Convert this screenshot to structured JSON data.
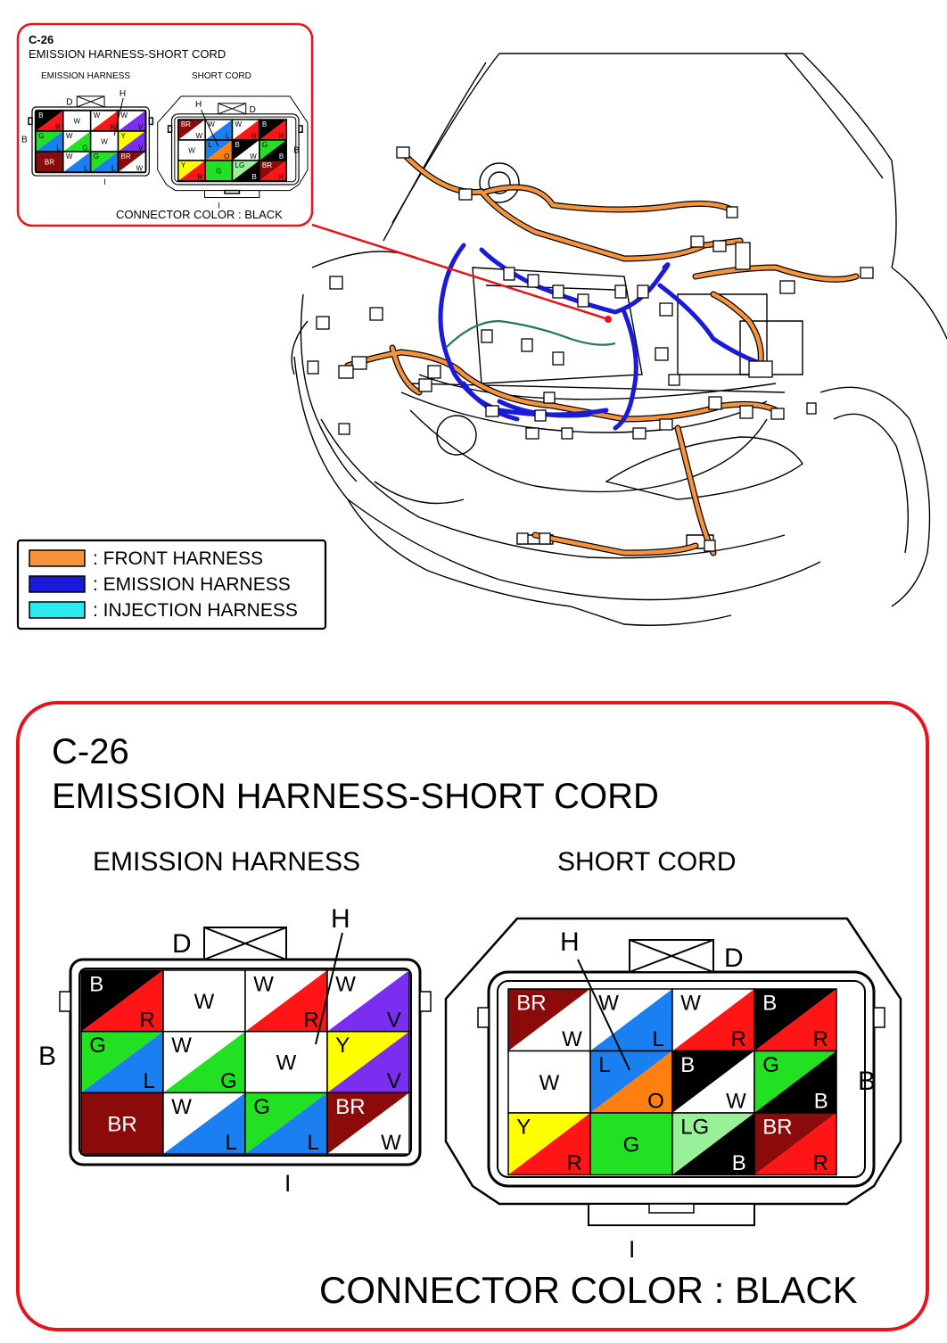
{
  "connector_id": "C-26",
  "connector_title": "EMISSION HARNESS-SHORT CORD",
  "connector_color_label": "CONNECTOR COLOR : BLACK",
  "legend": [
    {
      "label": ": FRONT HARNESS",
      "color": "#f7943b"
    },
    {
      "label": ": EMISSION HARNESS",
      "color": "#1a1ad8"
    },
    {
      "label": ": INJECTION HARNESS",
      "color": "#2ee8f0"
    }
  ],
  "emission_harness": {
    "title": "EMISSION HARNESS",
    "marks": {
      "top": "D",
      "hook": "H",
      "side": "B",
      "bottom": "I"
    },
    "pins": [
      [
        {
          "a": "B",
          "b": "R"
        },
        {
          "a": "W",
          "b": ""
        },
        {
          "a": "W",
          "b": "R"
        },
        {
          "a": "W",
          "b": "V"
        }
      ],
      [
        {
          "a": "G",
          "b": "L"
        },
        {
          "a": "W",
          "b": "G"
        },
        {
          "a": "W",
          "b": ""
        },
        {
          "a": "Y",
          "b": "V"
        }
      ],
      [
        {
          "a": "BR",
          "b": ""
        },
        {
          "a": "W",
          "b": "L"
        },
        {
          "a": "G",
          "b": "L"
        },
        {
          "a": "BR",
          "b": "W"
        }
      ]
    ]
  },
  "short_cord": {
    "title": "SHORT CORD",
    "marks": {
      "top": "D",
      "hook": "H",
      "side": "B",
      "bottom": "I"
    },
    "pins": [
      [
        {
          "a": "BR",
          "b": "W"
        },
        {
          "a": "W",
          "b": "L"
        },
        {
          "a": "W",
          "b": "R"
        },
        {
          "a": "B",
          "b": "R"
        }
      ],
      [
        {
          "a": "W",
          "b": ""
        },
        {
          "a": "L",
          "b": "O"
        },
        {
          "a": "B",
          "b": "W"
        },
        {
          "a": "G",
          "b": "B"
        }
      ],
      [
        {
          "a": "Y",
          "b": "R"
        },
        {
          "a": "G",
          "b": ""
        },
        {
          "a": "LG",
          "b": "B"
        },
        {
          "a": "BR",
          "b": "R"
        }
      ]
    ]
  },
  "wire_colors": {
    "B": "#000000",
    "R": "#ff1515",
    "W": "#ffffff",
    "V": "#7a2ff0",
    "G": "#22e022",
    "L": "#1a7ff0",
    "Y": "#ffff00",
    "BR": "#8b0a0a",
    "O": "#ff7f10",
    "LG": "#98f098"
  },
  "harness_colors": {
    "front": "#f7943b",
    "emission": "#1a1ad8",
    "injection": "#2ee8f0",
    "callout": "#e8141c"
  }
}
